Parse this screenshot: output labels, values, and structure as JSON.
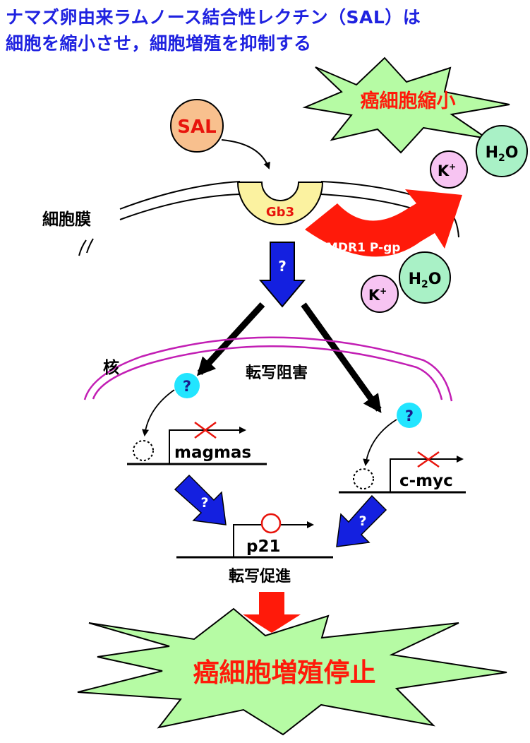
{
  "title": {
    "line1": "ナマズ卵由来ラムノース結合性レクチン（SAL）は",
    "line2": "細胞を縮小させ，細胞増殖を抑制する"
  },
  "labels": {
    "sal": "SAL",
    "gb3": "Gb3",
    "membrane": "細胞膜",
    "nucleus": "核",
    "mdr1": "MDR1 P-gp",
    "unknown": "?",
    "transcription_inhibition": "転写阻害",
    "magmas": "magmas",
    "cmyc": "c-myc",
    "p21": "p21",
    "transcription_promotion": "転写促進",
    "cell_shrink": "癌細胞縮小",
    "cell_arrest": "癌細胞増殖停止",
    "k": "K",
    "k_sup": "+",
    "h": "H",
    "h_sub": "2",
    "o": "O"
  },
  "colors": {
    "title": "#1f22e0",
    "sal_fill": "#f8c08e",
    "sal_text": "#e8140c",
    "gb3_fill": "#fbf2a0",
    "arrow_blue": "#1420e0",
    "arrow_red": "#ff1a0a",
    "starburst": "#b6fba4",
    "water": "#a9f1c6",
    "potassium": "#f7c4f2",
    "nucleus_line": "#c21eb4",
    "question": "#22e5ff"
  }
}
